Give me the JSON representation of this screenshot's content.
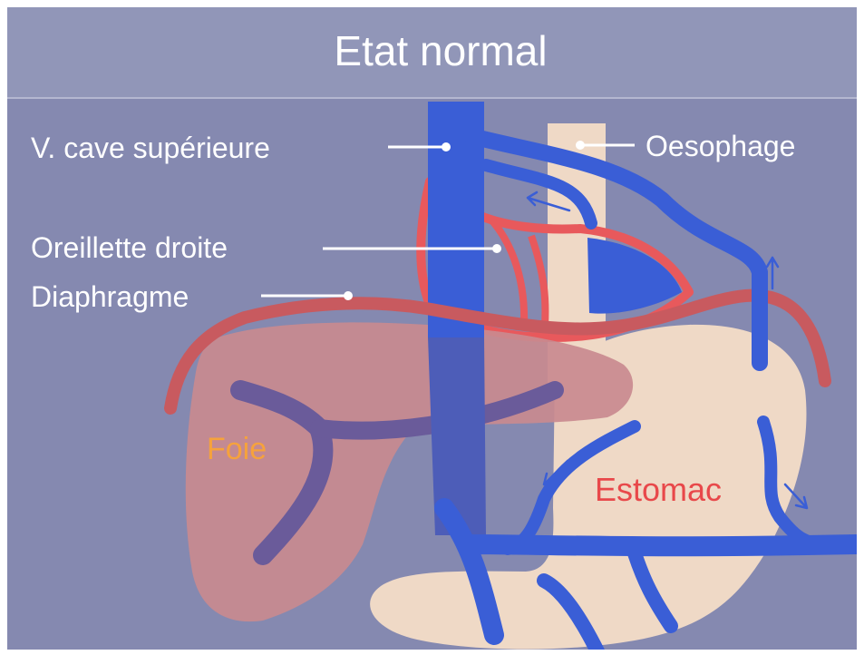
{
  "slide": {
    "title": "Etat normal"
  },
  "labels": {
    "vena_cava": "V. cave supérieure",
    "oesophagus": "Oesophage",
    "right_atrium": "Oreillette droite",
    "diaphragm": "Diaphragme",
    "liver": "Foie",
    "stomach": "Estomac"
  },
  "colors": {
    "background": "#8589b0",
    "title_band": "#9196b8",
    "vein_blue": "#3a5ed6",
    "heart_red": "#e8595c",
    "diaphragm_red": "#c85a5f",
    "liver_fill": "#c98a8f",
    "stomach_fill": "#efd9c6",
    "liver_text": "#f6a23c",
    "stomach_text": "#e8484a",
    "label_text": "#ffffff"
  }
}
